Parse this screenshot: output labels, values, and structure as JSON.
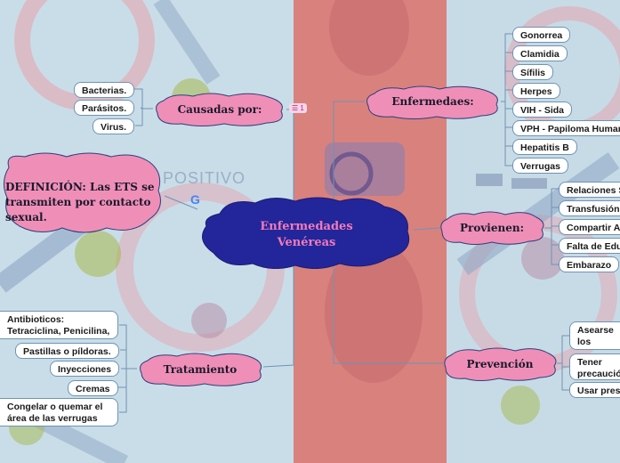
{
  "colors": {
    "central_fill": "#23269a",
    "central_text": "#f27ab8",
    "topic_fill": "#ef8fb8",
    "topic_stroke": "#2c3f7a",
    "line": "#6f93b5",
    "badge": "#c2187a"
  },
  "central": {
    "line1": "Enfermedades",
    "line2": "Venéreas"
  },
  "definition": {
    "text": "DEFINICIÓN: Las ETS se transmiten por contacto sexual."
  },
  "background": {
    "positivo_text": "POSITIVO"
  },
  "topics": {
    "causadas": {
      "label": "Causadas por:",
      "badge_icon": "list-icon",
      "badge_count": "1",
      "items": [
        "Bacterias.",
        "Parásitos.",
        "Virus."
      ]
    },
    "enfermedades": {
      "label": "Enfermedaes:",
      "items": [
        "Gonorrea",
        "Clamidia",
        "Sífilis",
        "Herpes",
        "VIH -  Sida",
        "VPH - Papiloma Humano",
        "Hepatitis B",
        "Verrugas"
      ]
    },
    "provienen": {
      "label": "Provienen:",
      "items": [
        "Relaciones Sexuales",
        "Transfusión",
        "Compartir Agujas",
        "Falta de Educación",
        "Embarazo"
      ]
    },
    "prevencion": {
      "label": "Prevención",
      "items": [
        "Asearse los genitales",
        "Tener precaución en baños publicos",
        "Usar preservativo"
      ]
    },
    "tratamiento": {
      "label": "Tratamiento",
      "items": [
        "Antibioticos: Tetraciclina, Penicilina, etc.",
        "Pastillas o píldoras.",
        "Inyecciones",
        "Cremas",
        "Congelar o quemar el área de las verrugas por herpes."
      ]
    }
  }
}
